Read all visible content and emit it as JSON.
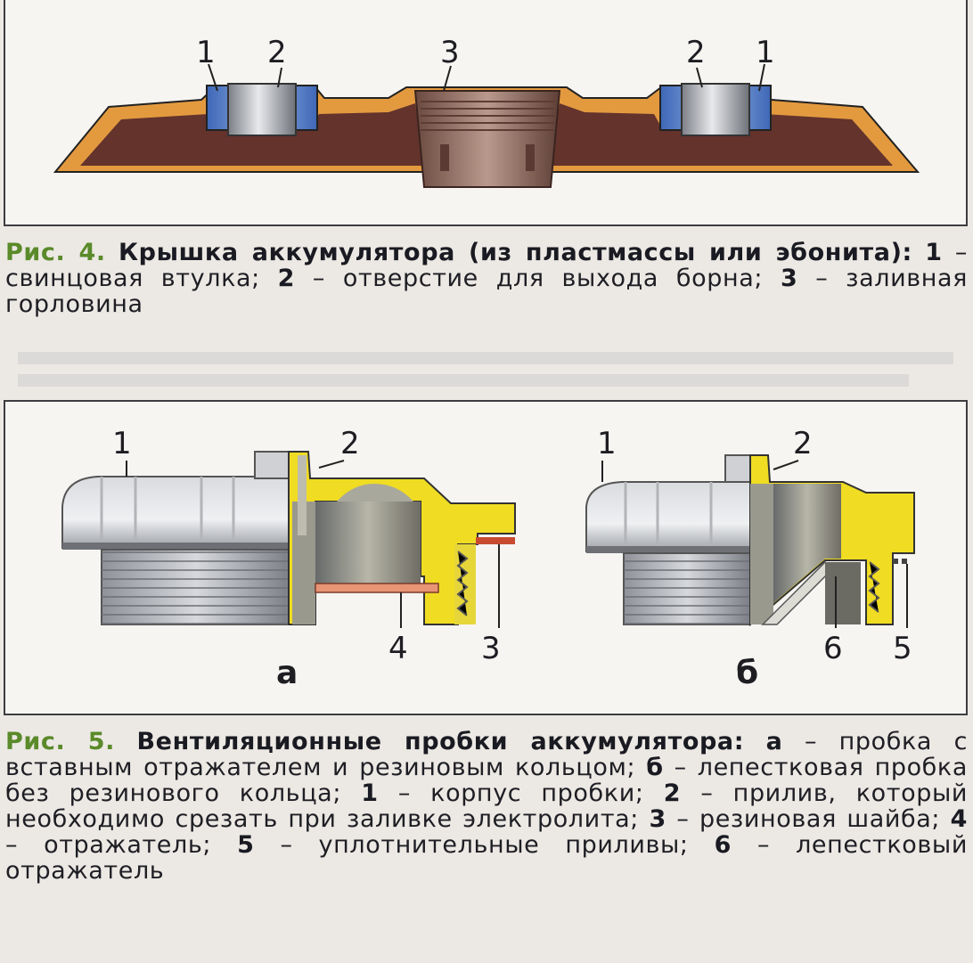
{
  "figure4": {
    "labels": {
      "l1": "1",
      "l2": "2",
      "l3": "3",
      "r2": "2",
      "r1": "1"
    },
    "caption": {
      "lead": "Рис. 4.",
      "title": "Крышка аккумулятора (из пластмассы или эбонита):",
      "items": [
        {
          "num": "1",
          "text": "– свинцовая втулка;"
        },
        {
          "num": "2",
          "text": "– отверстие для выхода борна;"
        },
        {
          "num": "3",
          "text": "– заливная горловина"
        }
      ]
    }
  },
  "figure5": {
    "labels": {
      "a1": "1",
      "a2": "2",
      "a3": "3",
      "a4": "4",
      "b1": "1",
      "b2": "2",
      "b5": "5",
      "b6": "6",
      "sub_a": "а",
      "sub_b": "б"
    },
    "caption": {
      "lead": "Рис. 5.",
      "title": "Вентиляционные пробки аккумулятора:",
      "items": [
        {
          "num": "а",
          "text": "– пробка с вставным отражателем и резиновым кольцом;"
        },
        {
          "num": "б",
          "text": "– лепестковая пробка без резинового кольца;"
        },
        {
          "num": "1",
          "text": "– корпус пробки;"
        },
        {
          "num": "2",
          "text": "– прилив, который необходимо срезать при заливке электролита;"
        },
        {
          "num": "3",
          "text": "– резиновая шайба;"
        },
        {
          "num": "4",
          "text": "– отражатель;"
        },
        {
          "num": "5",
          "text": "– уплотнительные приливы;"
        },
        {
          "num": "6",
          "text": "– лепестковый отражатель"
        }
      ]
    }
  }
}
